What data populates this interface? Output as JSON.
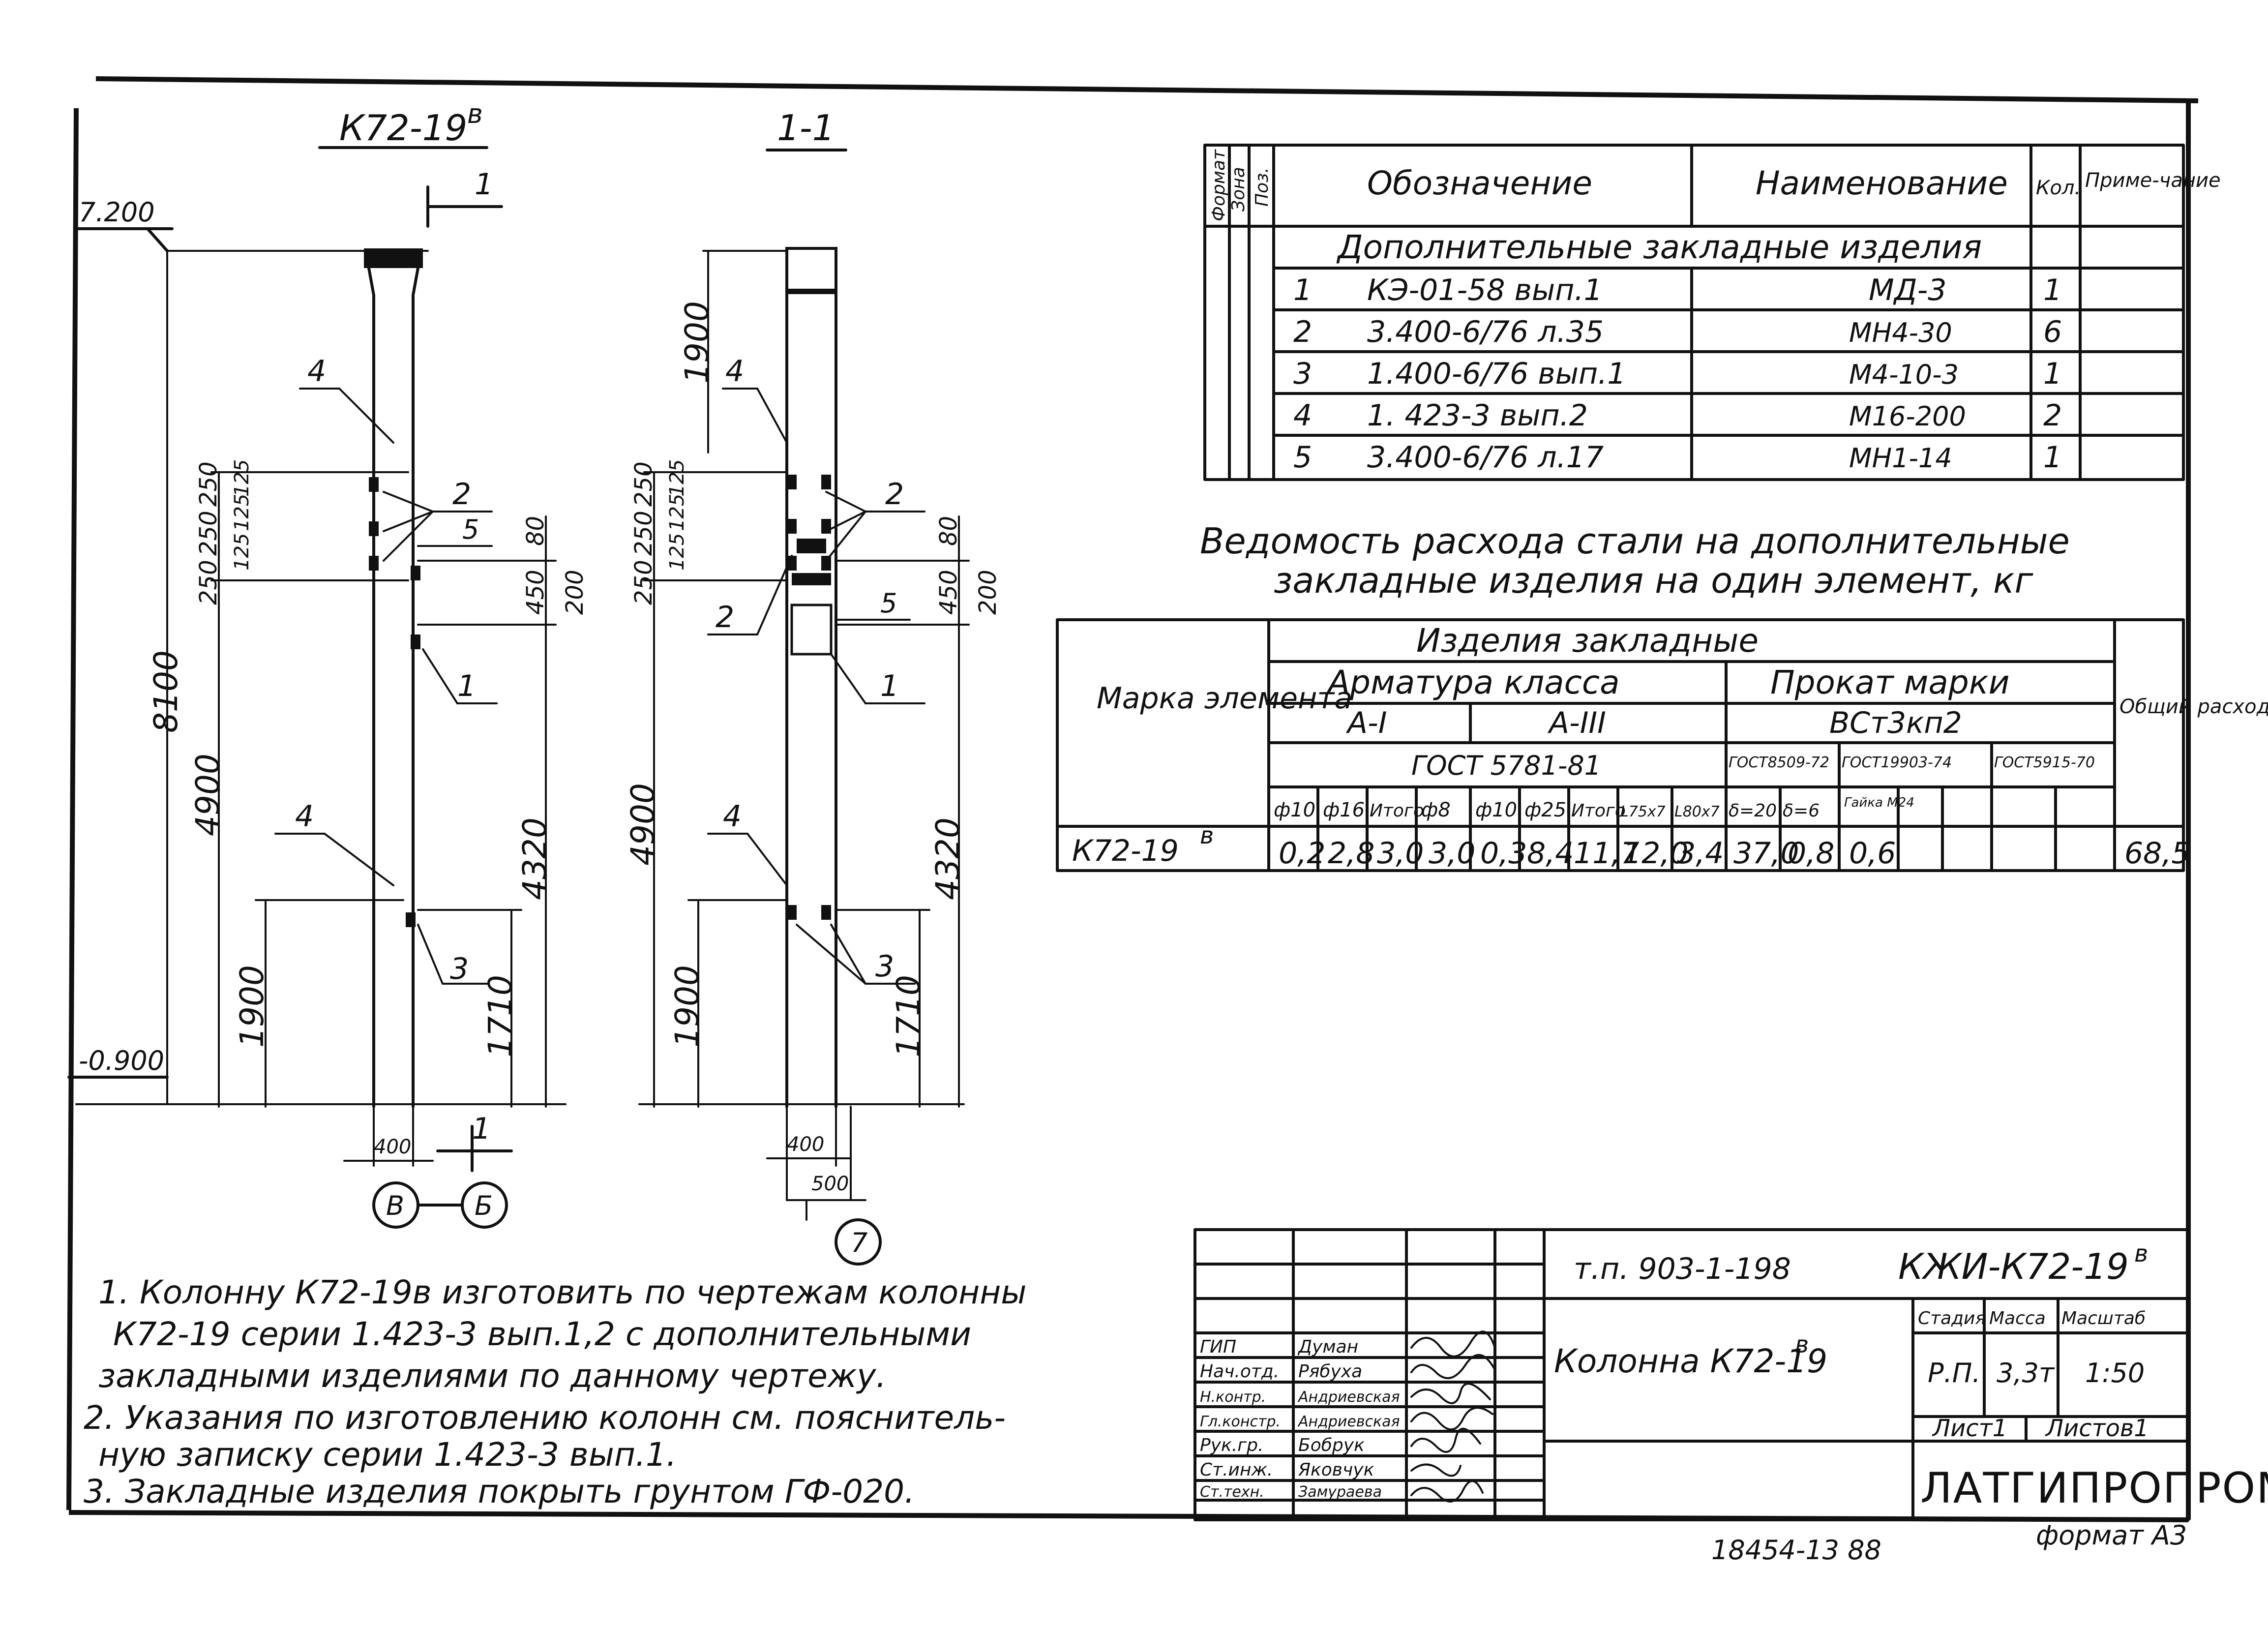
{
  "views": {
    "left": {
      "title": "К72-19",
      "title_sup": "в",
      "section_mark": "1",
      "level_top": "7.200",
      "level_bottom": "-0.900",
      "dim_total": "8100",
      "dim_upper": "4900",
      "dim_lower": "1900",
      "dim_right_upper": "4320",
      "dim_right_lower": "1710",
      "dims_stack": [
        "250",
        "250",
        "250",
        "125",
        "125",
        "125"
      ],
      "dim_80": "80",
      "dim_450": "450",
      "dim_200": "200",
      "width": "400",
      "axis_b": "В",
      "axis_b2": "Б",
      "callouts": [
        "4",
        "2",
        "5",
        "1",
        "4",
        "3"
      ]
    },
    "right": {
      "title": "1-1",
      "dim_upper": "1900",
      "dim_mid": "4900",
      "dim_lower": "1900",
      "dim_right_upper": "4320",
      "dim_right_lower": "1710",
      "dims_stack": [
        "250",
        "250",
        "250",
        "125",
        "125",
        "125"
      ],
      "dim_80": "80",
      "dim_450": "450",
      "dim_200": "200",
      "width": "400",
      "width2": "500",
      "axis": "7",
      "callouts": [
        "4",
        "2",
        "2",
        "5",
        "1",
        "4",
        "3"
      ]
    }
  },
  "spec_table": {
    "headers": {
      "format": "Формат",
      "zone": "Зона",
      "pos": "Поз.",
      "designation": "Обозначение",
      "name": "Наименование",
      "qty": "Кол.",
      "note": "Приме-чание"
    },
    "section_title": "Дополнительные закладные изделия",
    "rows": [
      {
        "pos": "1",
        "designation": "КЭ-01-58 вып.1",
        "name": "МД-3",
        "qty": "1"
      },
      {
        "pos": "2",
        "designation": "3.400-6/76  л.35",
        "name": "МН4-30",
        "qty": "6"
      },
      {
        "pos": "3",
        "designation": "1.400-6/76 вып.1",
        "name": "М4-10-3",
        "qty": "1"
      },
      {
        "pos": "4",
        "designation": "1. 423-3 вып.2",
        "name": "М16-200",
        "qty": "2"
      },
      {
        "pos": "5",
        "designation": "3.400-6/76  л.17",
        "name": "МН1-14",
        "qty": "1"
      }
    ]
  },
  "steel_table": {
    "title_line1": "Ведомость расхода стали на дополнительные",
    "title_line2": "закладные изделия на один элемент, кг",
    "h_mark": "Марка элемента",
    "h_items": "Изделия закладные",
    "h_rebar": "Арматура класса",
    "h_rolled": "Прокат марки",
    "h_total": "Общий расход",
    "h_a1": "А-I",
    "h_a3": "А-III",
    "h_grade": "ВСт3кп2",
    "h_gost1": "ГОСТ 5781-81",
    "h_gost2": "ГОСТ8509-72",
    "h_gost3": "ГОСТ19903-74",
    "h_gost4": "ГОСТ5915-70",
    "cols": [
      "ф10",
      "ф16",
      "Итого",
      "ф8",
      "ф10",
      "ф25",
      "Итого",
      "L75x7",
      "L80x7",
      "δ=20",
      "δ=6",
      "Гайка М24",
      ""
    ],
    "row_mark": "К72-19",
    "row_mark_sup": "в",
    "values": [
      "0,2",
      "2,8",
      "3,0",
      "3,0",
      "0,3",
      "8,4",
      "11,7",
      "12,0",
      "3,4",
      "37,0",
      "0,8",
      "0,6",
      ""
    ],
    "total": "68,5"
  },
  "notes": [
    "1. Колонну  К72-19в изготовить по чертежам колонны",
    "К72-19 серии  1.423-3  вып.1,2 с дополнительными",
    "закладными изделиями  по  данному  чертежу.",
    "2. Указания  по изготовлению колонн см.  пояснитель-",
    "ную записку  серии  1.423-3 вып.1.",
    "3. Закладные  изделия  покрыть грунтом   ГФ-020."
  ],
  "title_block": {
    "project": "т.п. 903-1-198",
    "code": "КЖИ-К72-19",
    "code_sup": "в",
    "name": "Колонна  К72-19",
    "name_sup": "в",
    "h_stage": "Стадия",
    "h_mass": "Масса",
    "h_scale": "Масштаб",
    "stage": "Р.П.",
    "mass": "3,3т",
    "scale": "1:50",
    "sheet": "Лист1",
    "sheets": "Листов1",
    "org": "ЛАТГИПРОПРОМ",
    "roles": [
      {
        "role": "ГИП",
        "person": "Думан"
      },
      {
        "role": "Нач.отд.",
        "person": "Рябуха"
      },
      {
        "role": "Н.контр.",
        "person": "Андриевская"
      },
      {
        "role": "Гл.констр.",
        "person": "Андриевская"
      },
      {
        "role": "Рук.гр.",
        "person": "Бобрук"
      },
      {
        "role": "Ст.инж.",
        "person": "Яковчук"
      },
      {
        "role": "Ст.техн.",
        "person": "Замураева"
      }
    ]
  },
  "footer": {
    "inv": "18454-13   88",
    "format": "формат А3"
  }
}
